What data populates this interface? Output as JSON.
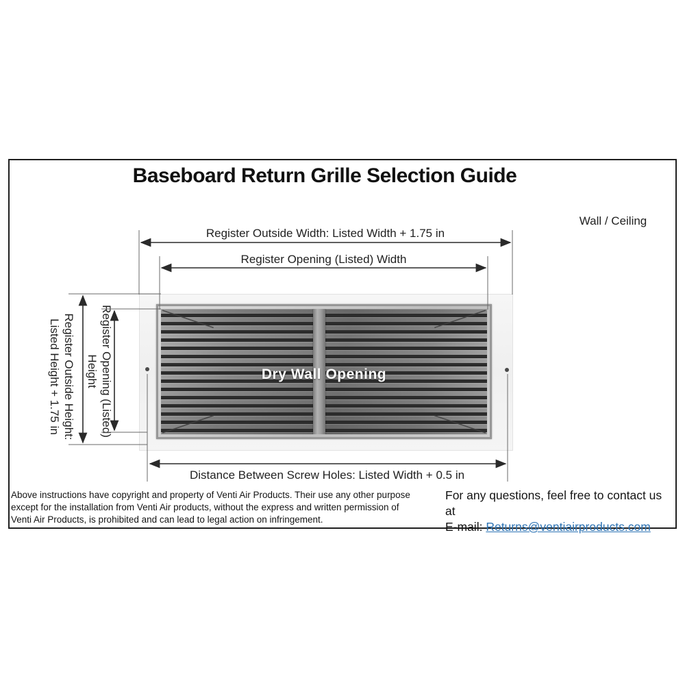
{
  "title": "Baseboard Return Grille Selection Guide",
  "wall_ceiling_label": "Wall / Ceiling",
  "dimensions": {
    "outside_width": "Register Outside Width: Listed Width + 1.75 in",
    "opening_width": "Register Opening (Listed) Width",
    "outside_height_line1": "Register Outside Height:",
    "outside_height_line2": "Listed Height + 1.75 in",
    "opening_height_line1": "Register Opening (Listed)",
    "opening_height_line2": "Height",
    "screw_holes": "Distance Between Screw Holes: Listed Width + 0.5 in"
  },
  "diagram": {
    "drywall_label": "Dry Wall Opening"
  },
  "footer": {
    "copyright_lines": [
      "Above instructions have copyright and property of Venti Air Products. Their use any other purpose",
      "except for the installation from Venti Air products, without the express and written permission of",
      "Venti Air Products, is prohibited and can lead to legal action on infringement."
    ],
    "contact_line": "For any questions, feel free to contact us at",
    "email_prefix": "E-mail:",
    "email": "Returns@ventiairproducts.com"
  },
  "colors": {
    "email_link": "#2e74b5",
    "dimension_line": "#3a3a3a",
    "louver_dark": "#2c2c2c"
  }
}
